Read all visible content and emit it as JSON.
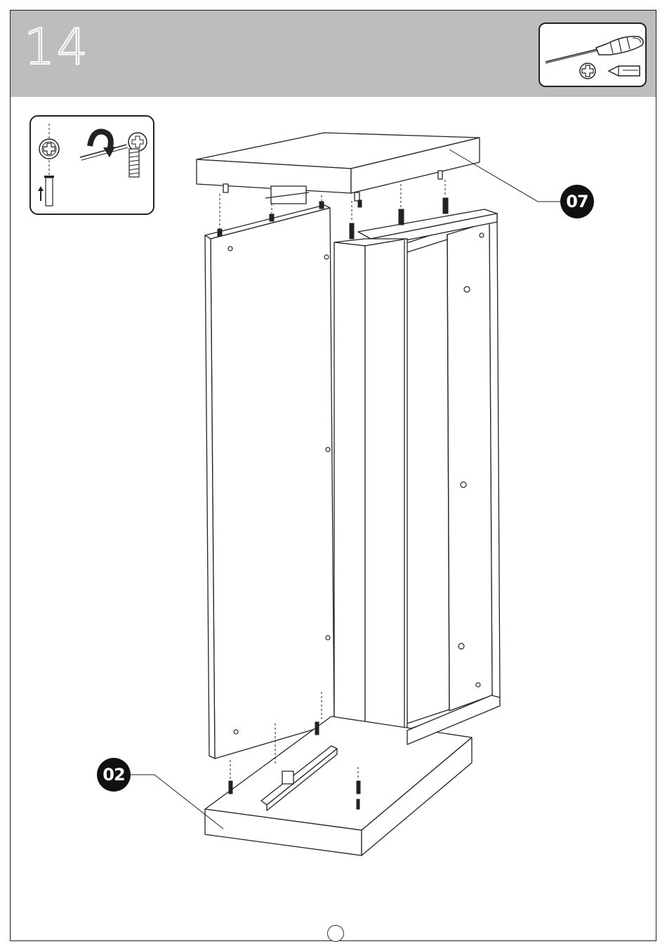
{
  "step": {
    "number": "14"
  },
  "parts": [
    {
      "label": "07"
    },
    {
      "label": "02"
    }
  ],
  "tools": {
    "icons": [
      "phillips-screwdriver-icon",
      "phillips-head-icon",
      "flat-head-icon"
    ]
  },
  "detail": {
    "icons": [
      "cam-lock-icon",
      "rotate-arrow-icon",
      "dowel-icon",
      "up-arrow-icon"
    ]
  },
  "colors": {
    "header": "#bdbdbd",
    "ink": "#222222",
    "callout": "#111111"
  }
}
